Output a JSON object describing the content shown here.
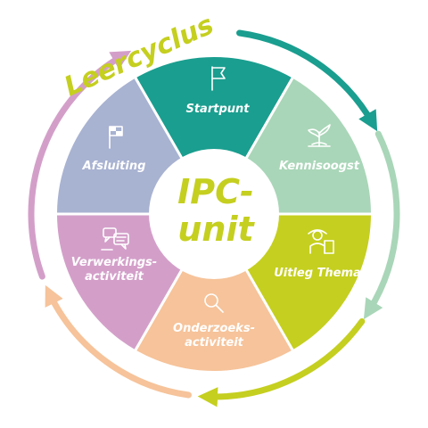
{
  "title": "Leercyclus",
  "center": {
    "line1": "IPC-",
    "line2": "unit"
  },
  "colors": {
    "center_text": "#c5cf1f",
    "title": "#c5cf1f",
    "ring": "#ffffff"
  },
  "segments": [
    {
      "id": "startpunt",
      "label_lines": [
        "Startpunt"
      ],
      "color": "#1a9e8f",
      "icon": "flag-icon"
    },
    {
      "id": "kennisoogst",
      "label_lines": [
        "Kennisoogst"
      ],
      "color": "#a9d6b8",
      "icon": "sprout-icon"
    },
    {
      "id": "uitleg-thema",
      "label_lines": [
        "Uitleg Thema"
      ],
      "color": "#c5cf1f",
      "icon": "teacher-icon"
    },
    {
      "id": "onderzoeksactiviteit",
      "label_lines": [
        "Onderzoeks-",
        "activiteit"
      ],
      "color": "#f6c39a",
      "icon": "magnifier-icon"
    },
    {
      "id": "verwerkingsactiviteit",
      "label_lines": [
        "Verwerkings-",
        "activiteit"
      ],
      "color": "#d39fc9",
      "icon": "chat-icon"
    },
    {
      "id": "afsluiting",
      "label_lines": [
        "Afsluiting"
      ],
      "color": "#a8b2d1",
      "icon": "finish-flag-icon"
    }
  ],
  "arrows": [
    {
      "id": "arrow-startpunt",
      "color": "#1a9e8f"
    },
    {
      "id": "arrow-kennisoogst",
      "color": "#a9d6b8"
    },
    {
      "id": "arrow-uitleg",
      "color": "#c5cf1f"
    },
    {
      "id": "arrow-onderzoek",
      "color": "#f6c39a"
    },
    {
      "id": "arrow-verwerking",
      "color": "#d39fc9"
    }
  ]
}
